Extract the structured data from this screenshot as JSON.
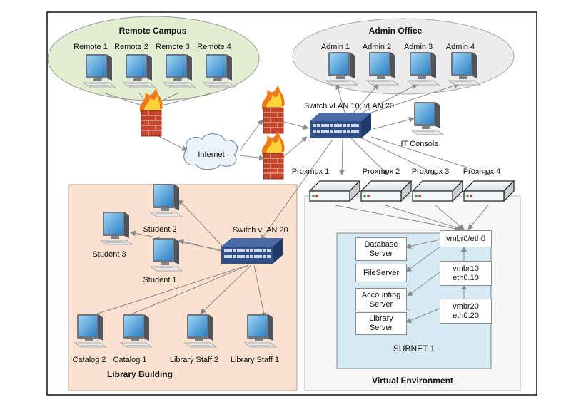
{
  "zones": {
    "remote_campus": "Remote Campus",
    "admin_office": "Admin Office",
    "library_building": "Library Building",
    "virtual_environment": "Virtual Environment",
    "subnet": "SUBNET 1"
  },
  "cloud": "Internet",
  "switches": {
    "main": "Switch vLAN 10, vLAN 20",
    "library": "Switch vLAN 20"
  },
  "remote_pcs": [
    "Remote 1",
    "Remote 2",
    "Remote 3",
    "Remote 4"
  ],
  "admin_pcs": [
    "Admin 1",
    "Admin 2",
    "Admin 3",
    "Admin 4"
  ],
  "it_console": "IT Console",
  "servers": [
    "Proxmox 1",
    "Proxmox 2",
    "Proxmox 3",
    "Proxmox 4"
  ],
  "students": [
    "Student 2",
    "Student 3",
    "Student 1"
  ],
  "library_pcs": [
    "Catalog 2",
    "Catalog 1",
    "Library Staff 2",
    "Library Staff 1"
  ],
  "bridges": {
    "vmbr0": "vmbr0/eth0",
    "vmbr10_a": "vmbr10",
    "vmbr10_b": "eth0.10",
    "vmbr20_a": "vmbr20",
    "vmbr20_b": "eth0.20"
  },
  "vms": {
    "database_a": "Database",
    "database_b": "Server",
    "fileserver": "FileServer",
    "accounting_a": "Accounting",
    "accounting_b": "Server",
    "library_a": "Library",
    "library_b": "Server"
  },
  "colors": {
    "remote_zone": "#e3edd1",
    "admin_zone": "#ececec",
    "library_zone": "#fbe1cf",
    "subnet": "#d5eaf3",
    "switch": "#2f4f86",
    "link": "#8a8a8a"
  }
}
